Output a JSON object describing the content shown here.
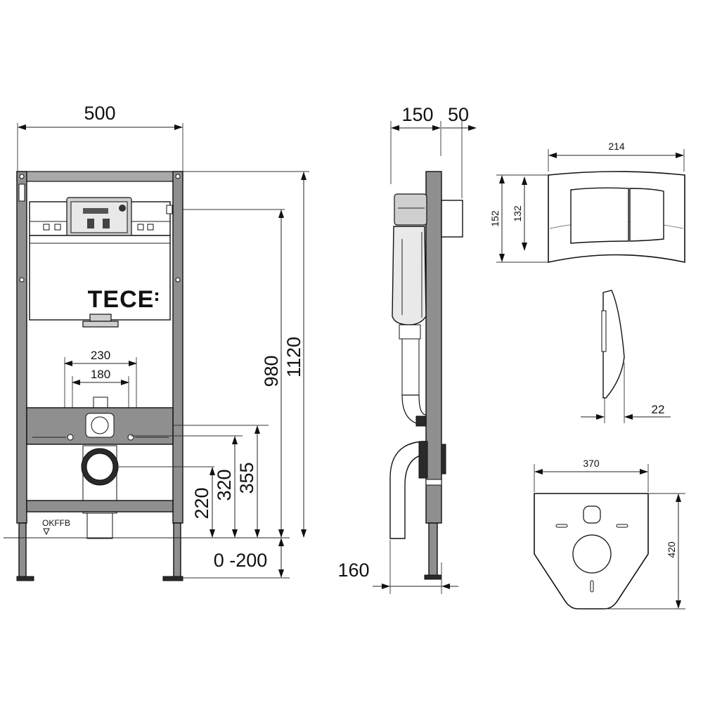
{
  "brand": "TECE",
  "floor_label": "OKFFB",
  "front_view": {
    "width": "500",
    "height_total": "1120",
    "height_fixing": "980",
    "spacing_outer": "230",
    "spacing_inner": "180",
    "height_355": "355",
    "height_320": "320",
    "height_220": "220",
    "adjust_range": "0 -200"
  },
  "side_view": {
    "depth": "150",
    "depth_button": "50",
    "foot_depth": "160"
  },
  "flush_plate": {
    "width": "214",
    "height_outer": "152",
    "height_inner": "132",
    "thickness": "22"
  },
  "sound_mat": {
    "width": "370",
    "height": "420"
  }
}
